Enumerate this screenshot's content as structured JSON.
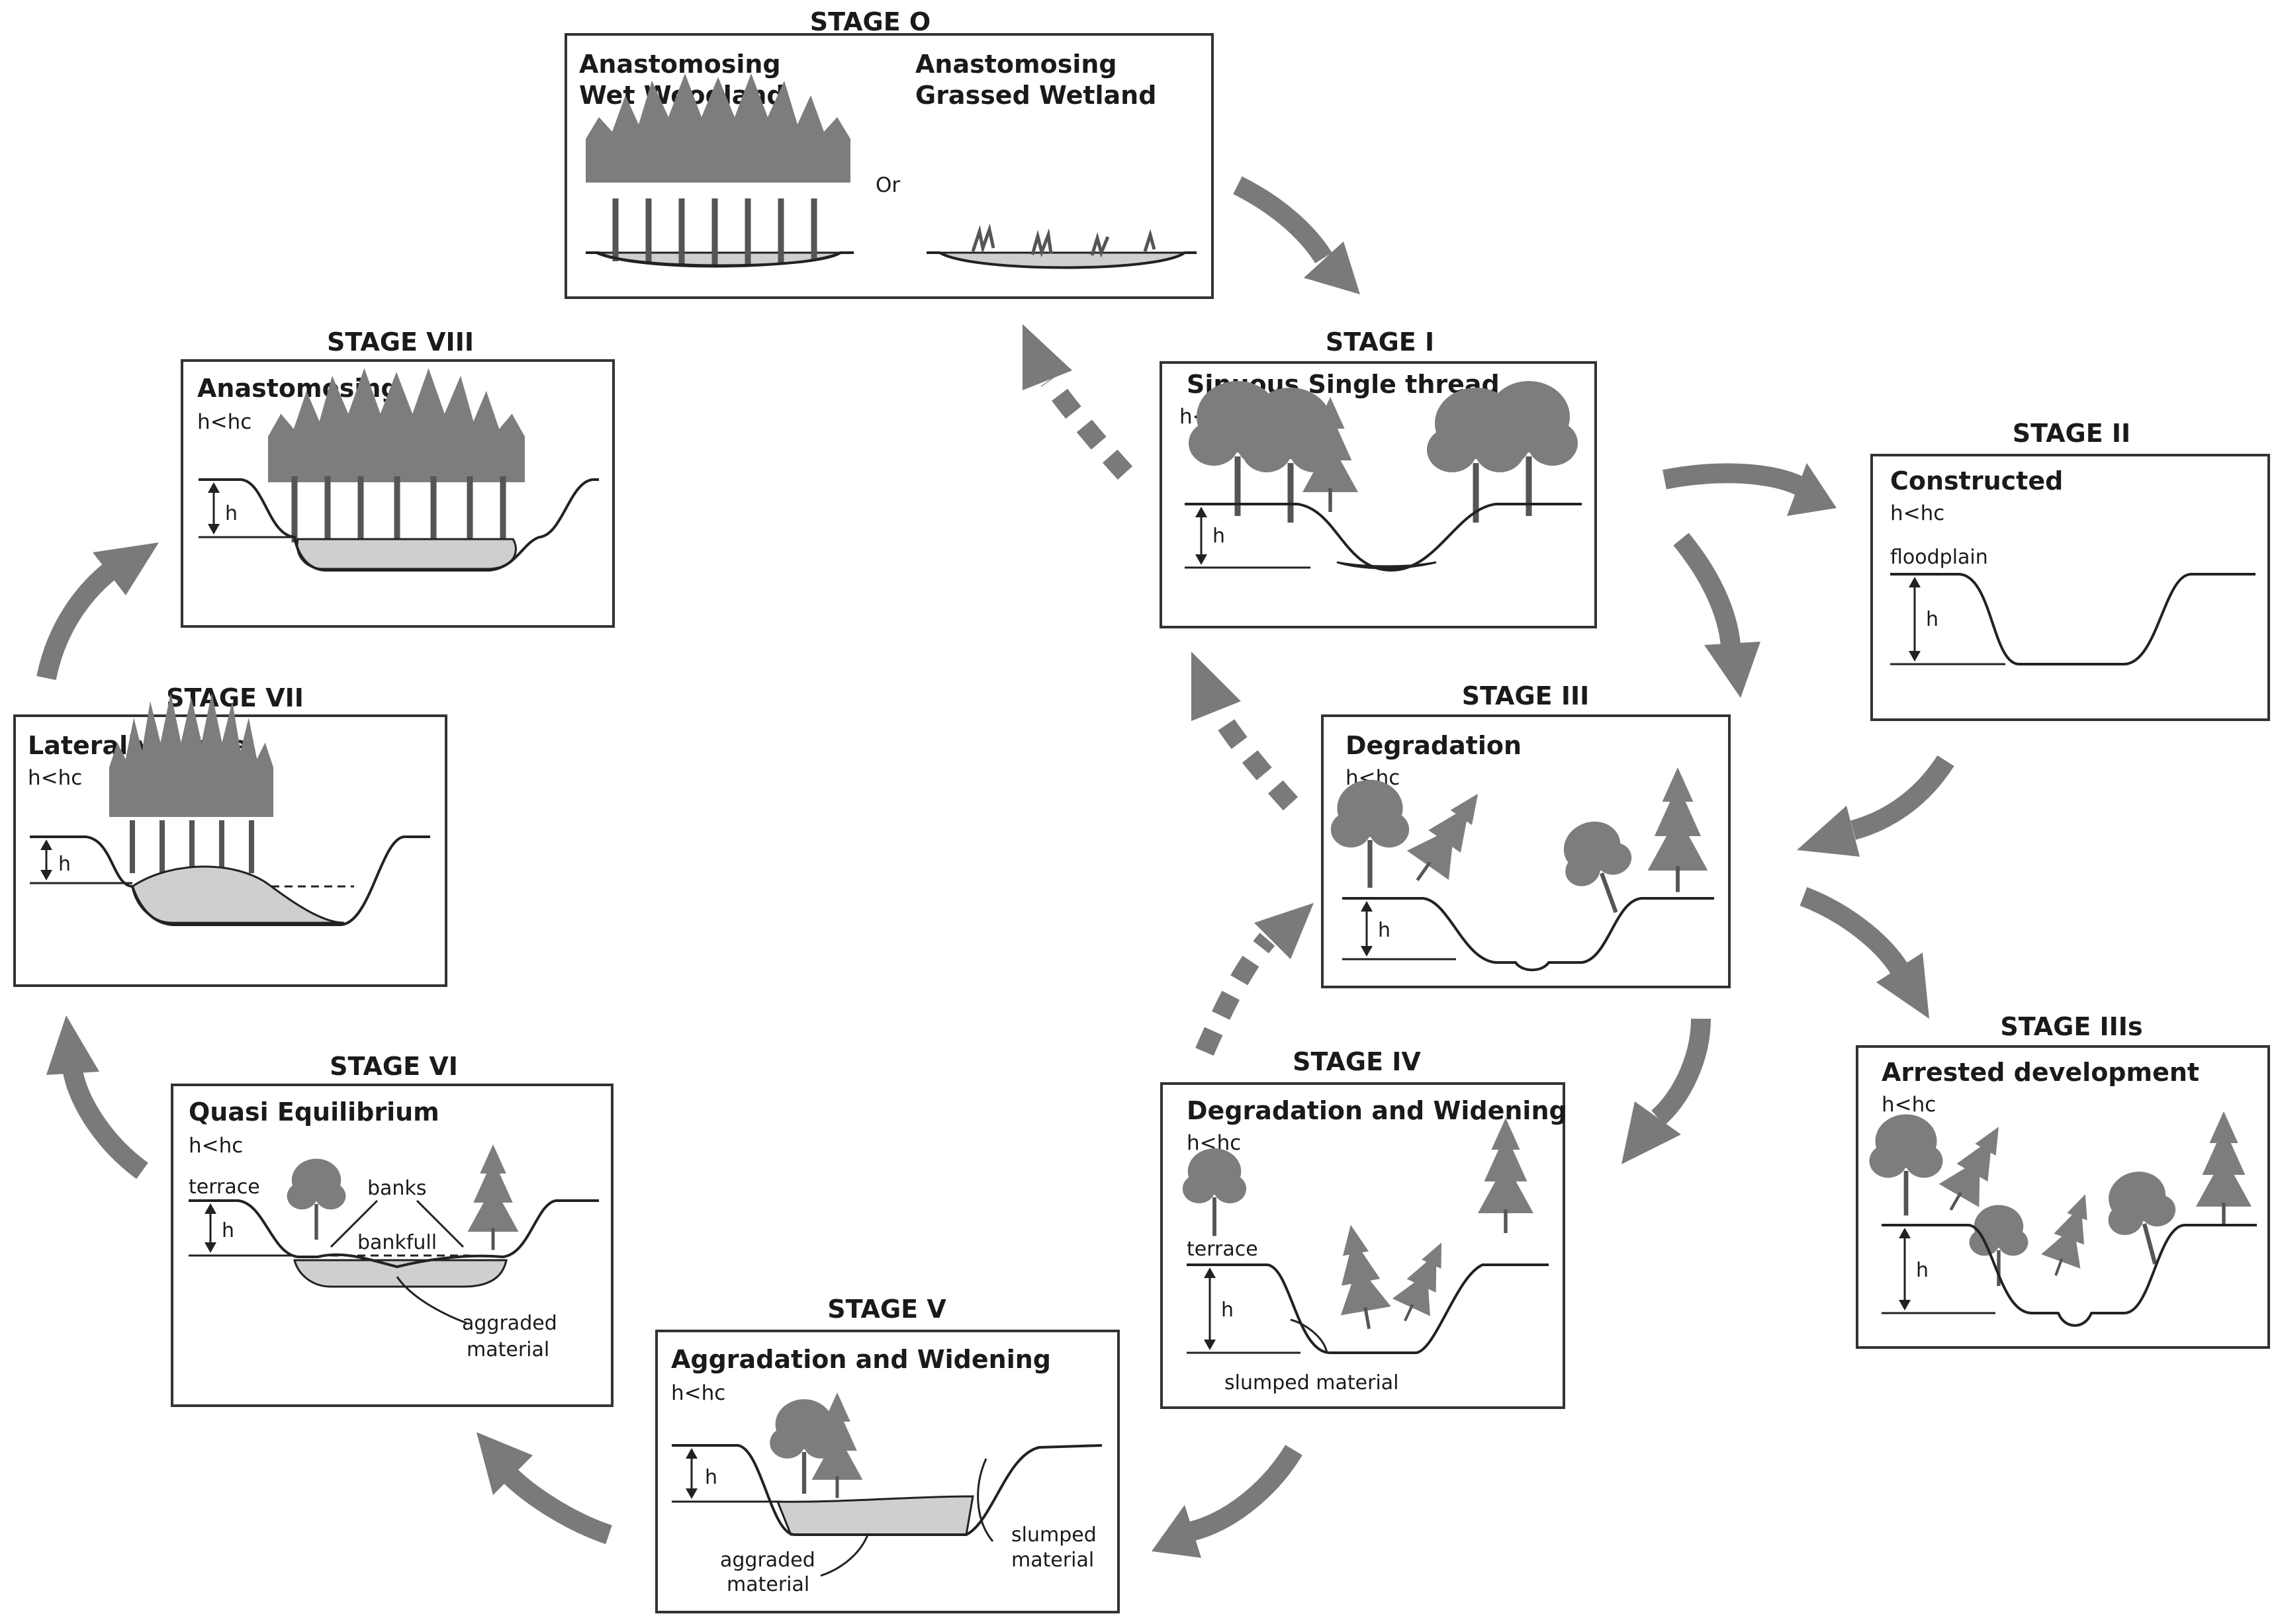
{
  "stages": {
    "s0": {
      "title": "STAGE O",
      "name_left": [
        "Anastomosing",
        "Wet Woodland"
      ],
      "name_right": [
        "Anastomosing",
        "Grassed Wetland"
      ],
      "or_label": "Or"
    },
    "s1": {
      "title": "STAGE I",
      "name": "Sinuous Single thread",
      "sub": "h<hc",
      "h": "h"
    },
    "s2": {
      "title": "STAGE II",
      "name": "Constructed",
      "sub": "h<hc",
      "floodplain": "floodplain",
      "h": "h"
    },
    "s3": {
      "title": "STAGE III",
      "name": "Degradation",
      "sub": "h<hc",
      "h": "h"
    },
    "s3s": {
      "title": "STAGE IIIs",
      "name": "Arrested development",
      "sub": "h<hc",
      "h": "h"
    },
    "s4": {
      "title": "STAGE IV",
      "name": "Degradation and Widening",
      "sub": "h<hc",
      "terrace": "terrace",
      "slumped": "slumped material",
      "h": "h"
    },
    "s5": {
      "title": "STAGE V",
      "name": "Aggradation and Widening",
      "sub": "h<hc",
      "aggraded": [
        "aggraded",
        "material"
      ],
      "slumped": [
        "slumped",
        "material"
      ],
      "h": "h"
    },
    "s6": {
      "title": "STAGE VI",
      "name": "Quasi Equilibrium",
      "sub": "h<hc",
      "terrace": "terrace",
      "banks": "banks",
      "bankfull": "bankfull",
      "aggraded": [
        "aggraded",
        "material"
      ],
      "h": "h"
    },
    "s7": {
      "title": "STAGE VII",
      "name": "Laterally active",
      "sub": "h<hc",
      "h": "h"
    },
    "s8": {
      "title": "STAGE VIII",
      "name": "Anastomosing",
      "sub": "h<hc",
      "h": "h"
    }
  },
  "colors": {
    "arrow": "#7a7a7a",
    "tree": "#7d7d7d",
    "sediment": "#cfcfcf",
    "line": "#222222"
  }
}
